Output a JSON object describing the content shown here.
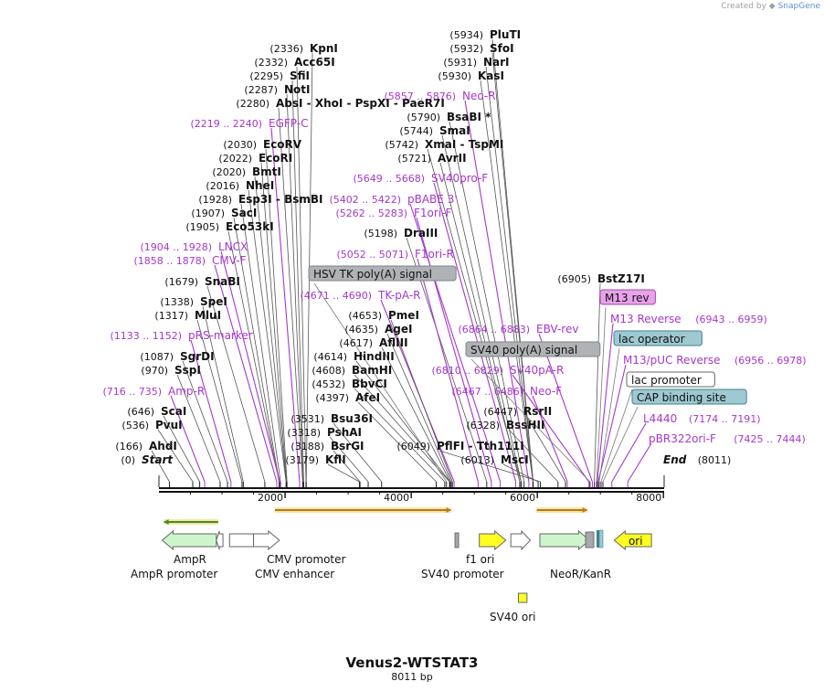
{
  "credit": {
    "prefix": "Created by",
    "brand": "SnapGene"
  },
  "plasmid": {
    "name": "Venus2-WTSTAT3",
    "length_label": "8011 bp",
    "length_bp": 8011
  },
  "axis": {
    "ticks": [
      {
        "bp": 2000,
        "label": "2000"
      },
      {
        "bp": 4000,
        "label": "4000"
      },
      {
        "bp": 6000,
        "label": "6000"
      },
      {
        "bp": 8000,
        "label": "8000"
      }
    ]
  },
  "labels": [
    {
      "kind": "enzyme",
      "pos": "(2336)",
      "name": "KpnI",
      "bp": 2336
    },
    {
      "kind": "enzyme",
      "pos": "(2332)",
      "name": "Acc65I",
      "bp": 2332
    },
    {
      "kind": "enzyme",
      "pos": "(2295)",
      "name": "SfiI",
      "bp": 2295
    },
    {
      "kind": "enzyme",
      "pos": "(2287)",
      "name": "NotI",
      "bp": 2287
    },
    {
      "kind": "enzyme",
      "pos": "(2280)",
      "name": "AbsI  -  XhoI  -  PspXI  -  PaeR7I",
      "bp": 2280
    },
    {
      "kind": "primer",
      "pos": "(2219 .. 2240)",
      "name": "EGFP-C",
      "bp": 2230
    },
    {
      "kind": "enzyme",
      "pos": "(2030)",
      "name": "EcoRV",
      "bp": 2030
    },
    {
      "kind": "enzyme",
      "pos": "(2022)",
      "name": "EcoRI",
      "bp": 2022
    },
    {
      "kind": "enzyme",
      "pos": "(2020)",
      "name": "BmtI",
      "bp": 2020
    },
    {
      "kind": "enzyme",
      "pos": "(2016)",
      "name": "NheI",
      "bp": 2016
    },
    {
      "kind": "enzyme",
      "pos": "(1928)",
      "name": "Esp3I  -  BsmBI",
      "bp": 1928
    },
    {
      "kind": "enzyme",
      "pos": "(1907)",
      "name": "SacI",
      "bp": 1907
    },
    {
      "kind": "enzyme",
      "pos": "(1905)",
      "name": "Eco53kI",
      "bp": 1905
    },
    {
      "kind": "primer",
      "pos": "(1904 .. 1928)",
      "name": "LNCX",
      "bp": 1916
    },
    {
      "kind": "primer",
      "pos": "(1858 .. 1878)",
      "name": "CMV-F",
      "bp": 1868
    },
    {
      "kind": "enzyme",
      "pos": "(1679)",
      "name": "SnaBI",
      "bp": 1679
    },
    {
      "kind": "enzyme",
      "pos": "(1338)",
      "name": "SpeI",
      "bp": 1338
    },
    {
      "kind": "enzyme",
      "pos": "(1317)",
      "name": "MluI",
      "bp": 1317
    },
    {
      "kind": "primer",
      "pos": "(1133 .. 1152)",
      "name": "pRS-marker",
      "bp": 1142
    },
    {
      "kind": "enzyme",
      "pos": "(1087)",
      "name": "SgrDI",
      "bp": 1087
    },
    {
      "kind": "enzyme",
      "pos": "(970)",
      "name": "SspI",
      "bp": 970
    },
    {
      "kind": "primer",
      "pos": "(716 .. 735)",
      "name": "Amp-R",
      "bp": 725
    },
    {
      "kind": "enzyme",
      "pos": "(646)",
      "name": "ScaI",
      "bp": 646
    },
    {
      "kind": "enzyme",
      "pos": "(536)",
      "name": "PvuI",
      "bp": 536
    },
    {
      "kind": "enzyme",
      "pos": "(166)",
      "name": "AhdI",
      "bp": 166
    },
    {
      "kind": "start",
      "pos": "(0)",
      "name": "Start",
      "bp": 0
    },
    {
      "kind": "enzyme",
      "pos": "(3531)",
      "name": "Bsu36I",
      "bp": 3531
    },
    {
      "kind": "enzyme",
      "pos": "(3318)",
      "name": "PshAI",
      "bp": 3318
    },
    {
      "kind": "enzyme",
      "pos": "(3188)",
      "name": "BsrGI",
      "bp": 3188
    },
    {
      "kind": "enzyme",
      "pos": "(3179)",
      "name": "KflI",
      "bp": 3179
    },
    {
      "kind": "enzyme",
      "pos": "(5934)",
      "name": "PluTI",
      "bp": 5934
    },
    {
      "kind": "enzyme",
      "pos": "(5932)",
      "name": "SfoI",
      "bp": 5932
    },
    {
      "kind": "enzyme",
      "pos": "(5931)",
      "name": "NarI",
      "bp": 5931
    },
    {
      "kind": "enzyme",
      "pos": "(5930)",
      "name": "KasI",
      "bp": 5930
    },
    {
      "kind": "primer",
      "pos": "(5857 .. 5876)",
      "name": "Neo-R",
      "bp": 5866
    },
    {
      "kind": "enzyme",
      "pos": "(5790)",
      "name": "BsaBI *",
      "bp": 5790
    },
    {
      "kind": "enzyme",
      "pos": "(5744)",
      "name": "SmaI",
      "bp": 5744
    },
    {
      "kind": "enzyme",
      "pos": "(5742)",
      "name": "XmaI  -  TspMI",
      "bp": 5742
    },
    {
      "kind": "enzyme",
      "pos": "(5721)",
      "name": "AvrII",
      "bp": 5721
    },
    {
      "kind": "primer",
      "pos": "(5649 .. 5668)",
      "name": "SV40pro-F",
      "bp": 5658
    },
    {
      "kind": "primer",
      "pos": "(5402 .. 5422)",
      "name": "pBABE 3'",
      "bp": 5412
    },
    {
      "kind": "primer",
      "pos": "(5262 .. 5283)",
      "name": "F1ori-F",
      "bp": 5272
    },
    {
      "kind": "enzyme",
      "pos": "(5198)",
      "name": "DraIII",
      "bp": 5198
    },
    {
      "kind": "primer",
      "pos": "(5052 .. 5071)",
      "name": "F1ori-R",
      "bp": 5061
    },
    {
      "kind": "primer",
      "pos": "(4671 .. 4690)",
      "name": "TK-pA-R",
      "bp": 4680
    },
    {
      "kind": "enzyme",
      "pos": "(4653)",
      "name": "PmeI",
      "bp": 4653
    },
    {
      "kind": "enzyme",
      "pos": "(4635)",
      "name": "AgeI",
      "bp": 4635
    },
    {
      "kind": "enzyme",
      "pos": "(4617)",
      "name": "AflIII",
      "bp": 4617
    },
    {
      "kind": "enzyme",
      "pos": "(4614)",
      "name": "HindIII",
      "bp": 4614
    },
    {
      "kind": "enzyme",
      "pos": "(4608)",
      "name": "BamHI",
      "bp": 4608
    },
    {
      "kind": "enzyme",
      "pos": "(4532)",
      "name": "BbvCI",
      "bp": 4532
    },
    {
      "kind": "enzyme",
      "pos": "(4397)",
      "name": "AfeI",
      "bp": 4397
    },
    {
      "kind": "enzyme",
      "pos": "(6049)",
      "name": "PflFI  -  Tth111I",
      "bp": 6049
    },
    {
      "kind": "primer",
      "pos": "(6864 .. 6883)",
      "name": "EBV-rev",
      "bp": 6873
    },
    {
      "kind": "primer",
      "pos": "(6810 .. 6829)",
      "name": "SV40pA-R",
      "bp": 6819
    },
    {
      "kind": "primer",
      "pos": "(6467 .. 6486)",
      "name": "Neo-F",
      "bp": 6476
    },
    {
      "kind": "enzyme",
      "pos": "(6447)",
      "name": "RsrII",
      "bp": 6447
    },
    {
      "kind": "enzyme",
      "pos": "(6328)",
      "name": "BssHII",
      "bp": 6328
    },
    {
      "kind": "enzyme",
      "pos": "(6013)",
      "name": "MscI",
      "bp": 6013
    },
    {
      "kind": "enzyme",
      "pos": "(6905)",
      "name": "BstZ17I",
      "bp": 6905
    },
    {
      "kind": "primer",
      "pos": "(6943 .. 6959)",
      "name": "M13 Reverse",
      "bp": 6951
    },
    {
      "kind": "primer",
      "pos": "(6956 .. 6978)",
      "name": "M13/pUC Reverse",
      "bp": 6967
    },
    {
      "kind": "primer",
      "pos": "(7174 .. 7191)",
      "name": "L4440",
      "bp": 7182
    },
    {
      "kind": "primer",
      "pos": "(7425 .. 7444)",
      "name": "pBR322ori-F",
      "bp": 7434
    },
    {
      "kind": "end",
      "pos": "(8011)",
      "name": "End",
      "bp": 8011
    },
    {
      "kind": "box",
      "name": "HSV TK poly(A) signal",
      "bp": 4560,
      "fill": "#b0b3b6",
      "stroke": "#7f8386"
    },
    {
      "kind": "box",
      "name": "SV40 poly(A) signal",
      "bp": 6835,
      "fill": "#b0b3b6",
      "stroke": "#7f8386"
    },
    {
      "kind": "box",
      "name": "M13 rev",
      "bp": 6940,
      "fill": "#e7a2e9",
      "stroke": "#a24ca8"
    },
    {
      "kind": "box",
      "name": "lac operator",
      "bp": 6980,
      "fill": "#9ec9d1",
      "stroke": "#3f8391"
    },
    {
      "kind": "box",
      "name": "lac promoter",
      "bp": 7010,
      "fill": "#ffffff",
      "stroke": "#666666"
    },
    {
      "kind": "box",
      "name": "CAP binding site",
      "bp": 7040,
      "fill": "#9ec9d1",
      "stroke": "#3f8391"
    }
  ],
  "features": [
    {
      "name": "AmpR",
      "start": 50,
      "end": 910,
      "strand": "reverse",
      "color": "#ccf5cc"
    },
    {
      "name": "AmpR promoter",
      "start": 910,
      "end": 1015,
      "strand": "reverse",
      "color": "#ffffff"
    },
    {
      "name": "CMV enhancer",
      "start": 1120,
      "end": 1500,
      "strand": "none",
      "color": "#ffffff"
    },
    {
      "name": "CMV promoter",
      "start": 1500,
      "end": 1910,
      "strand": "forward",
      "color": "#ffffff"
    },
    {
      "name": "f1 ori",
      "start": 5080,
      "end": 5500,
      "strand": "forward",
      "color": "#ffff20"
    },
    {
      "name": "SV40 promoter",
      "start": 5580,
      "end": 5890,
      "strand": "forward",
      "color": "#ffffff"
    },
    {
      "name": "SV40 ori",
      "start": 5700,
      "end": 5836,
      "strand": "none",
      "color": "#ffff20"
    },
    {
      "name": "NeoR/KanR",
      "start": 6040,
      "end": 6830,
      "strand": "forward",
      "color": "#ccf5cc"
    },
    {
      "name": "ori",
      "start": 7220,
      "end": 7810,
      "strand": "reverse",
      "color": "#ffff20"
    }
  ],
  "feature_captions": [
    {
      "text": "AmpR",
      "feature": "AmpR"
    },
    {
      "text": "AmpR promoter",
      "feature": "AmpR promoter"
    },
    {
      "text": "CMV promoter",
      "feature": "CMV promoter"
    },
    {
      "text": "CMV enhancer",
      "feature": "CMV enhancer"
    },
    {
      "text": "f1 ori",
      "feature": "f1 ori"
    },
    {
      "text": "SV40 promoter",
      "feature": "SV40 promoter"
    },
    {
      "text": "NeoR/KanR",
      "feature": "NeoR/KanR"
    },
    {
      "text": "SV40 ori",
      "feature": "SV40 ori"
    }
  ],
  "orfs": [
    {
      "start": 80,
      "end": 940,
      "strand": "reverse",
      "color": "#3c8f1e"
    },
    {
      "start": 1840,
      "end": 4630,
      "strand": "forward",
      "color": "#b77b18"
    },
    {
      "start": 5990,
      "end": 6790,
      "strand": "forward",
      "color": "#b77b18"
    }
  ],
  "colors": {
    "enzyme": "#111111",
    "primer": "#a637cc",
    "backbone": "#111111"
  }
}
